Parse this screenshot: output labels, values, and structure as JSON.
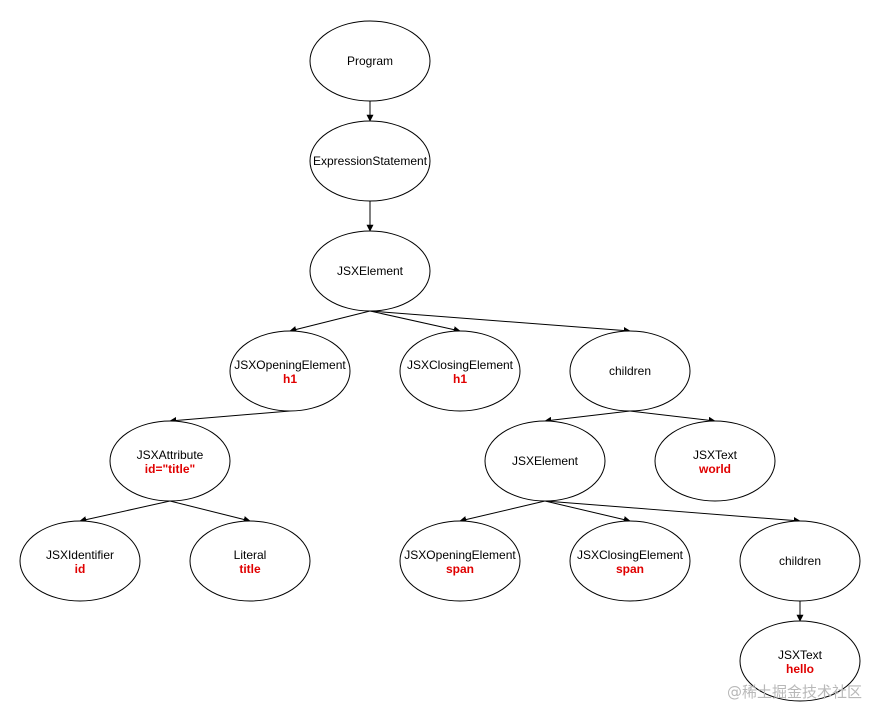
{
  "colors": {
    "stroke": "#000000",
    "node_fill": "#ffffff",
    "value_text": "#e00000",
    "watermark": "#b8b8b8"
  },
  "nodes": {
    "program": {
      "label": "Program"
    },
    "expression_statement": {
      "label": "ExpressionStatement"
    },
    "jsx_element_root": {
      "label": "JSXElement"
    },
    "jsx_opening_element_h1": {
      "label": "JSXOpeningElement",
      "value": "h1"
    },
    "jsx_closing_element_h1": {
      "label": "JSXClosingElement",
      "value": "h1"
    },
    "children_root": {
      "label": "children"
    },
    "jsx_attribute": {
      "label": "JSXAttribute",
      "value": "id=\"title\""
    },
    "jsx_identifier": {
      "label": "JSXIdentifier",
      "value": "id"
    },
    "literal": {
      "label": "Literal",
      "value": "title"
    },
    "jsx_element_span": {
      "label": "JSXElement"
    },
    "jsx_text_world": {
      "label": "JSXText",
      "value": "world"
    },
    "jsx_opening_element_span": {
      "label": "JSXOpeningElement",
      "value": "span"
    },
    "jsx_closing_element_span": {
      "label": "JSXClosingElement",
      "value": "span"
    },
    "children_span": {
      "label": "children"
    },
    "jsx_text_hello": {
      "label": "JSXText",
      "value": "hello"
    }
  },
  "edges": [
    {
      "from": "program",
      "to": "expression_statement"
    },
    {
      "from": "expression_statement",
      "to": "jsx_element_root"
    },
    {
      "from": "jsx_element_root",
      "to": "jsx_opening_element_h1"
    },
    {
      "from": "jsx_element_root",
      "to": "jsx_closing_element_h1"
    },
    {
      "from": "jsx_element_root",
      "to": "children_root"
    },
    {
      "from": "jsx_opening_element_h1",
      "to": "jsx_attribute"
    },
    {
      "from": "jsx_attribute",
      "to": "jsx_identifier"
    },
    {
      "from": "jsx_attribute",
      "to": "literal"
    },
    {
      "from": "children_root",
      "to": "jsx_element_span"
    },
    {
      "from": "children_root",
      "to": "jsx_text_world"
    },
    {
      "from": "jsx_element_span",
      "to": "jsx_opening_element_span"
    },
    {
      "from": "jsx_element_span",
      "to": "jsx_closing_element_span"
    },
    {
      "from": "jsx_element_span",
      "to": "children_span"
    },
    {
      "from": "children_span",
      "to": "jsx_text_hello"
    }
  ],
  "watermark": {
    "text": "@稀土掘金技术社区"
  }
}
